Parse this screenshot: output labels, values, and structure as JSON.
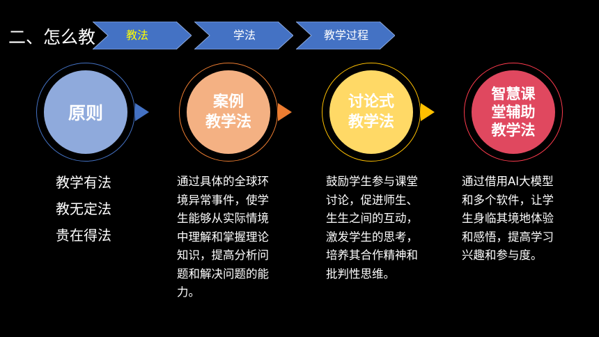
{
  "heading": "二、怎么教",
  "tabs": [
    {
      "label": "教法",
      "color": "#ffff00"
    },
    {
      "label": "学法",
      "color": "#ffffff"
    },
    {
      "label": "教学过程",
      "color": "#ffffff"
    }
  ],
  "colors": {
    "tab_fill": "#4472c4",
    "ring_1": "#4472c4",
    "ring_2": "#ed7d31",
    "ring_3": "#ffc000",
    "ring_4": "#ff3b4e"
  },
  "methods": [
    {
      "title": "原则",
      "disc_color": "#8faadc",
      "sayings": [
        "教学有法",
        "教无定法",
        "贵在得法"
      ]
    },
    {
      "title": "案例\n教学法",
      "disc_color": "#f4b183",
      "lines": [
        "通过具体的全球环",
        "境异常事件，使学",
        "生能够从实际情境",
        "中理解和掌握理论",
        "知识，提高分析问",
        "题和解决问题的能",
        "力。"
      ]
    },
    {
      "title": "讨论式\n教学法",
      "disc_color": "#ffd966",
      "lines": [
        "鼓励学生参与课堂",
        "讨论，促进师生、",
        "生生之间的互动，",
        "激发学生的思考，",
        "培养其合作精神和",
        "批判性思维。"
      ]
    },
    {
      "title": "智慧课\n堂辅助\n教学法",
      "disc_color": "#e0485f",
      "lines": [
        "通过借用AI大模型",
        "和多个软件，让学",
        "生身临其境地体验",
        "和感悟，提高学习",
        "兴趣和参与度。"
      ]
    }
  ]
}
